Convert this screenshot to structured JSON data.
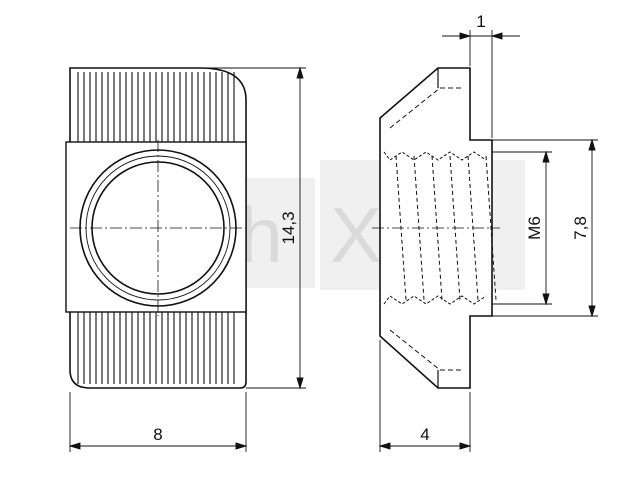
{
  "drawing": {
    "watermark_left": "Tech",
    "watermark_right": "XXL",
    "dimensions": {
      "width_front": "8",
      "height_front": "14,3",
      "width_side": "4",
      "top_offset": "1",
      "thread": "M6",
      "thread_outer": "7,8"
    }
  }
}
